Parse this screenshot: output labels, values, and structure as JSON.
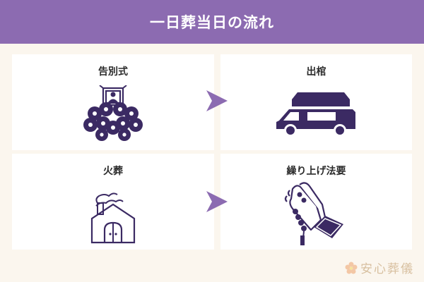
{
  "header": {
    "title": "一日葬当日の流れ"
  },
  "steps": [
    {
      "label": "告別式",
      "icon": "funeral-altar-icon"
    },
    {
      "label": "出棺",
      "icon": "hearse-icon"
    },
    {
      "label": "火葬",
      "icon": "crematorium-icon"
    },
    {
      "label": "繰り上げ法要",
      "icon": "praying-hands-rosary-icon"
    }
  ],
  "brand": {
    "name": "安心葬儀",
    "icon": "flower-icon"
  },
  "colors": {
    "header": "#8c6bb1",
    "accent": "#3b2a63",
    "arrow": "#8c6bb1",
    "background": "#fbf6ee",
    "card": "#ffffff"
  }
}
